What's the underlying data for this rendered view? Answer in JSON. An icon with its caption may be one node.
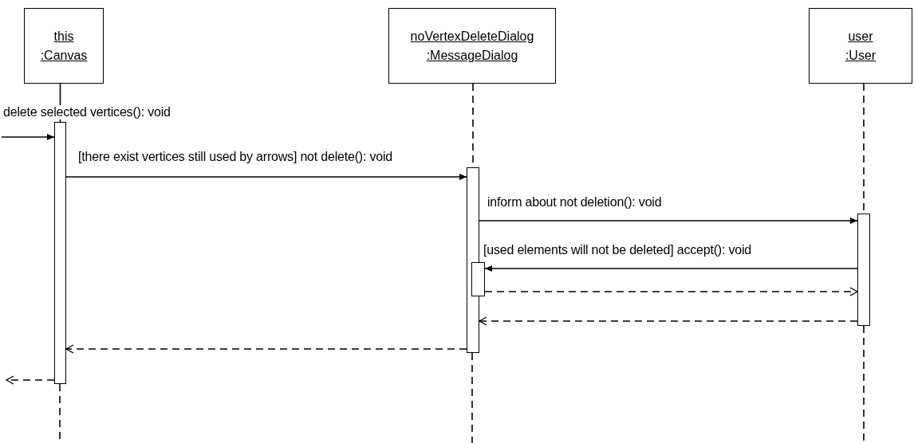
{
  "diagram": {
    "nodes": [
      {
        "text": [
          "this",
          ":Canvas"
        ]
      },
      {
        "text": [
          "noVertexDeleteDialog",
          ":MessageDialog"
        ]
      },
      {
        "text": [
          "user",
          ":User"
        ]
      },
      {
        "text": [],
        "shape": "bar"
      },
      {
        "text": [],
        "shape": "bar"
      },
      {
        "text": [],
        "shape": "bar"
      },
      {
        "text": [],
        "shape": "bar"
      }
    ],
    "edges": [
      {
        "from": null,
        "to": 3,
        "arrow": "to",
        "label": "delete selected vertices(): void"
      },
      {
        "from": 3,
        "to": 4,
        "arrow": "to",
        "label": "[there exist vertices still used by arrows] not delete(): void"
      },
      {
        "from": 4,
        "to": 5,
        "arrow": "to",
        "label": "inform about not deletion(): void"
      },
      {
        "from": 5,
        "to": 6,
        "arrow": "to",
        "label": "[used elements will not be deleted] accept(): void"
      },
      {
        "from": 6,
        "to": 5,
        "arrow": "to",
        "style": "dashed"
      },
      {
        "from": 5,
        "to": 4,
        "arrow": "to",
        "style": "dashed"
      },
      {
        "from": 4,
        "to": 3,
        "arrow": "to",
        "style": "dashed"
      },
      {
        "from": 3,
        "to": null,
        "arrow": "to",
        "style": "dashed"
      },
      {
        "from": 0,
        "to": 3,
        "arrow": "none"
      },
      {
        "from": 1,
        "to": 4,
        "arrow": "none",
        "style": "dashed"
      },
      {
        "from": 2,
        "to": 5,
        "arrow": "none",
        "style": "dashed"
      }
    ]
  }
}
